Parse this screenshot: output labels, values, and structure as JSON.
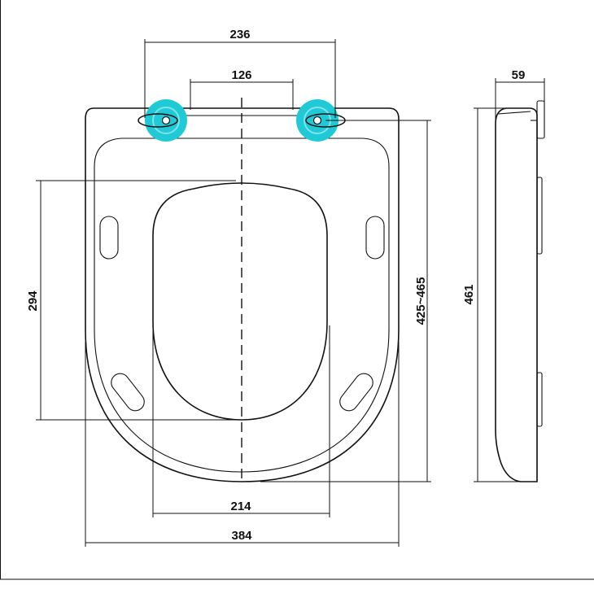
{
  "colors": {
    "line": "#111111",
    "hinge_highlight": "#1fc9d6",
    "background": "#ffffff"
  },
  "dimensions": {
    "hinge_outer_span": "236",
    "hinge_inner_span": "126",
    "opening_length": "294",
    "opening_width": "214",
    "overall_width": "384",
    "seat_length_range": "425~465",
    "overall_length": "461",
    "thickness": "59"
  }
}
